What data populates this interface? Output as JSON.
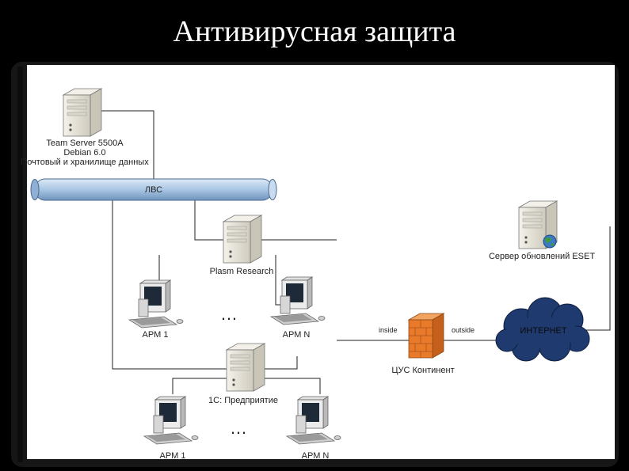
{
  "title": "Антивирусная защита",
  "labels": {
    "team_server": [
      "Team Server 5500A",
      "Debian 6.0",
      "Почтовый и хранилище данных"
    ],
    "lan": "ЛВС",
    "plasm": "Plasm Research",
    "eset": "Сервер обновлений ESET",
    "internet": "ИНТЕРНЕТ",
    "inside": "inside",
    "outside": "outside",
    "firewall": "ЦУС Континент",
    "arm_1_top": "АРМ 1",
    "arm_n_top": "АРМ N",
    "onec": "1С: Предприятие",
    "arm_1_bottom": "АРМ 1",
    "arm_n_bottom": "АРМ N",
    "ellipsis_top": "…",
    "ellipsis_bottom": "…"
  },
  "colors": {
    "background": "#000000",
    "canvas": "#ffffff",
    "lan_bus": "#a9c6e4",
    "cloud": "#1f3a6e",
    "firewall": "#e87a2a",
    "server": "#e6e3d8"
  },
  "icons": [
    "server-icon",
    "workstation-icon",
    "firewall-icon",
    "cloud-icon",
    "globe-icon"
  ]
}
